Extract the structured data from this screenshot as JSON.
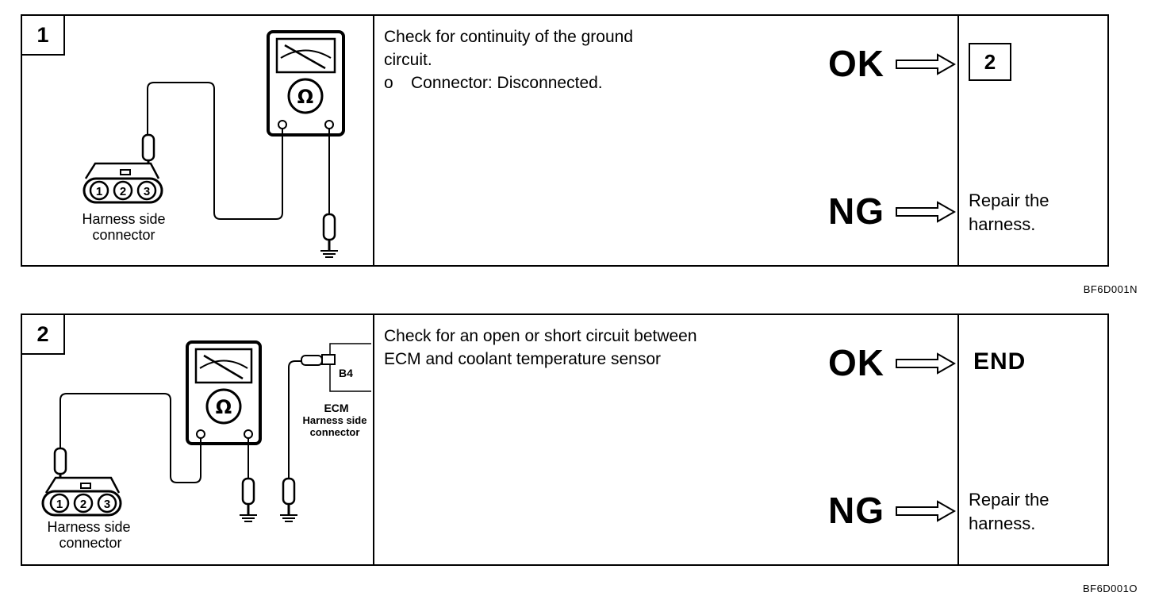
{
  "steps": [
    {
      "number": "1",
      "diagram": {
        "connector_pins": [
          "1",
          "2",
          "3"
        ],
        "connector_label_line1": "Harness side",
        "connector_label_line2": "connector",
        "meter_symbol": "Ω",
        "icons": [
          "ohmmeter-icon",
          "harness-connector-icon",
          "ground-icon"
        ]
      },
      "description": {
        "line1": "Check for continuity of the ground",
        "line2": "circuit.",
        "bullet_mark": "o",
        "bullet_text": "Connector: Disconnected."
      },
      "ok_label": "OK",
      "ng_label": "NG",
      "ok_result": "2",
      "ng_result_line1": "Repair the",
      "ng_result_line2": "harness."
    },
    {
      "number": "2",
      "diagram": {
        "connector_pins": [
          "1",
          "2",
          "3"
        ],
        "connector_label_line1": "Harness side",
        "connector_label_line2": "connector",
        "meter_symbol": "Ω",
        "ecm_pin": "B4",
        "ecm_label_line1": "ECM",
        "ecm_label_line2": "Harness side",
        "ecm_label_line3": "connector",
        "icons": [
          "ohmmeter-icon",
          "harness-connector-icon",
          "ground-icon",
          "ecm-connector-icon"
        ]
      },
      "description": {
        "line1": "Check for an open or short circuit between",
        "line2": "ECM and coolant temperature sensor"
      },
      "ok_label": "OK",
      "ng_label": "NG",
      "ok_result": "END",
      "ng_result_line1": "Repair the",
      "ng_result_line2": "harness."
    }
  ],
  "figure_refs": [
    "BF6D001N",
    "BF6D001O"
  ]
}
